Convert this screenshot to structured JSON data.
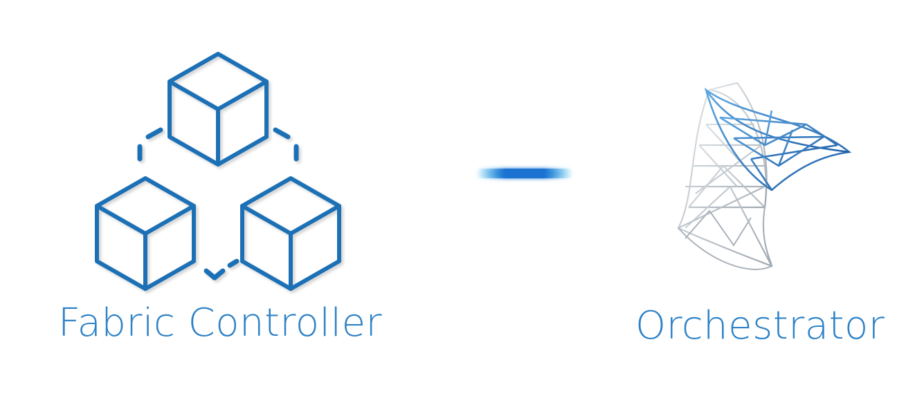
{
  "nodes": {
    "left": {
      "label": "Fabric Controller",
      "icon": "cube-cluster-icon"
    },
    "right": {
      "label": "Orchestrator",
      "icon": "orchestrator-logo-icon"
    }
  },
  "edges": [
    {
      "from": "Fabric Controller",
      "to": "Orchestrator",
      "style": "glowing-line"
    }
  ],
  "colors": {
    "primary_blue": "#1f6fb5",
    "label_blue": "#2e82c6",
    "line_cyan": "#53c6f2",
    "line_core": "#1b72d1",
    "logo_gray": "#b8c0c8"
  }
}
